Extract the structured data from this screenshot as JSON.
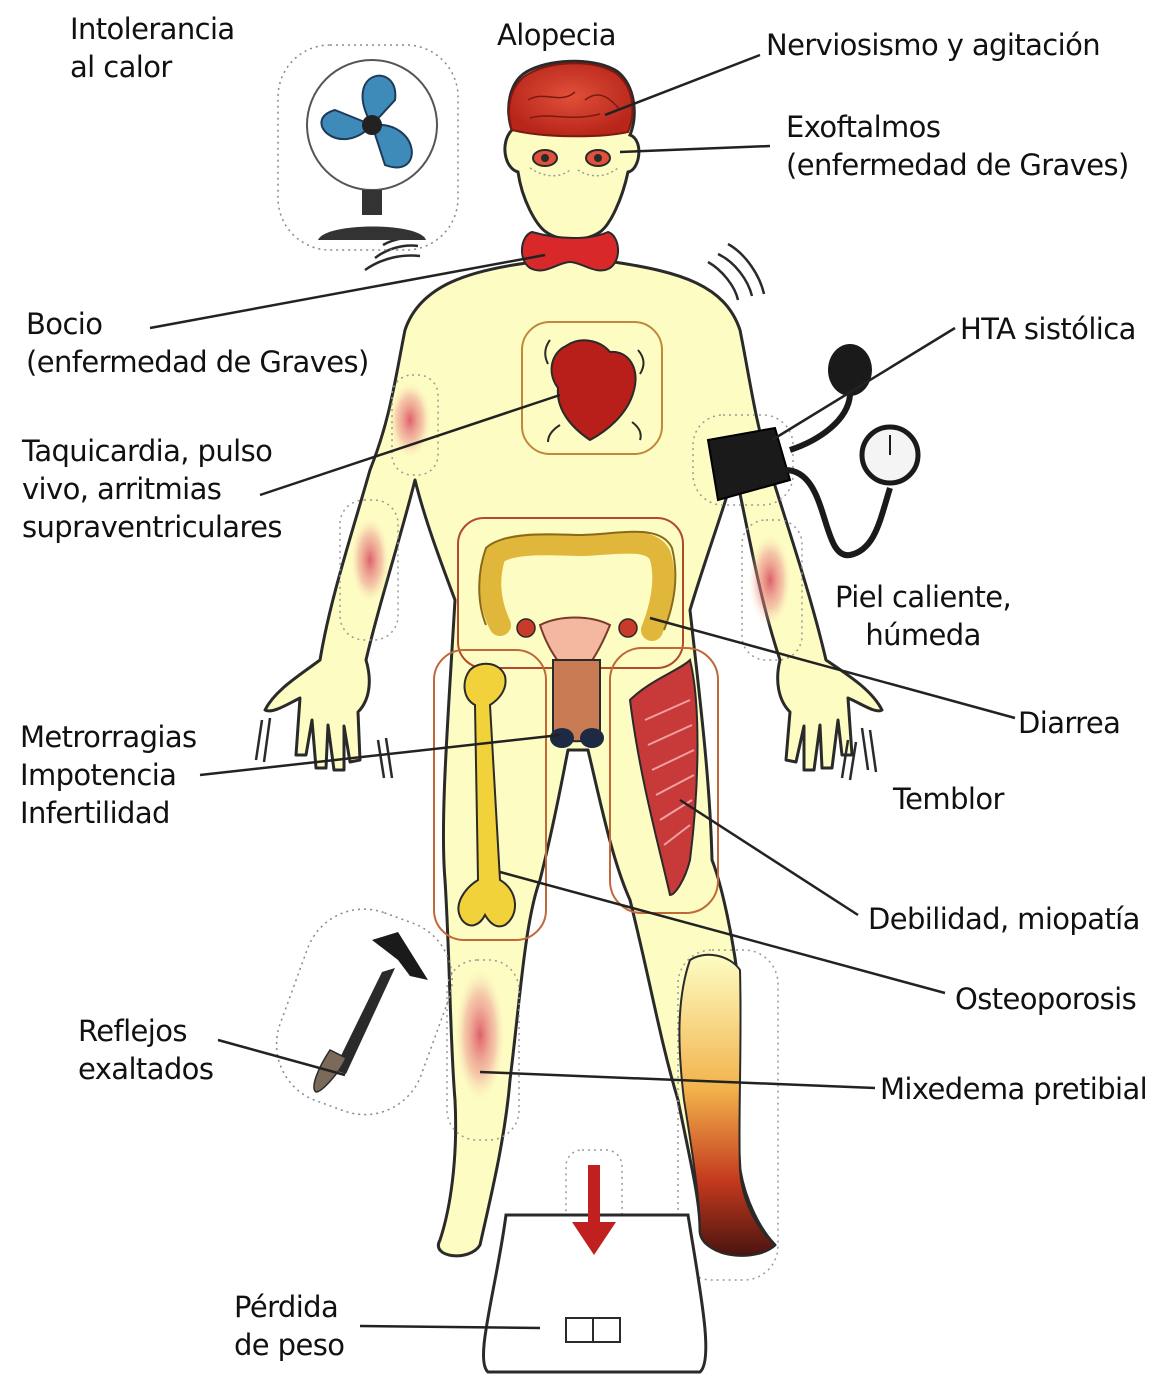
{
  "labels": {
    "intolerancia": [
      "Intolerancia",
      "al calor"
    ],
    "alopecia": "Alopecia",
    "nerviosismo": "Nerviosismo y agitación",
    "exoftalmos": [
      "Exoftalmos",
      "(enfermedad de Graves)"
    ],
    "bocio": [
      "Bocio",
      "(enfermedad de Graves)"
    ],
    "hta": "HTA sistólica",
    "taquicardia": [
      "Taquicardia, pulso",
      "vivo, arritmias",
      "supraventriculares"
    ],
    "piel": [
      "Piel caliente,",
      "húmeda"
    ],
    "diarrea": "Diarrea",
    "metrorragias": [
      "Metrorragias",
      "Impotencia",
      "Infertilidad"
    ],
    "temblor": "Temblor",
    "debilidad": "Debilidad, miopatía",
    "osteoporosis": "Osteoporosis",
    "reflejos": [
      "Reflejos",
      "exaltados"
    ],
    "mixedema": "Mixedema pretibial",
    "perdida": [
      "Pérdida",
      "de peso"
    ]
  },
  "colors": {
    "skin": "#fdfdc3",
    "outline": "#2a2a2a",
    "organ_red": "#c8241e",
    "bone": "#f2d23a",
    "colon": "#e0b73a",
    "flush": "#e66b6b",
    "leader": "#222222"
  }
}
